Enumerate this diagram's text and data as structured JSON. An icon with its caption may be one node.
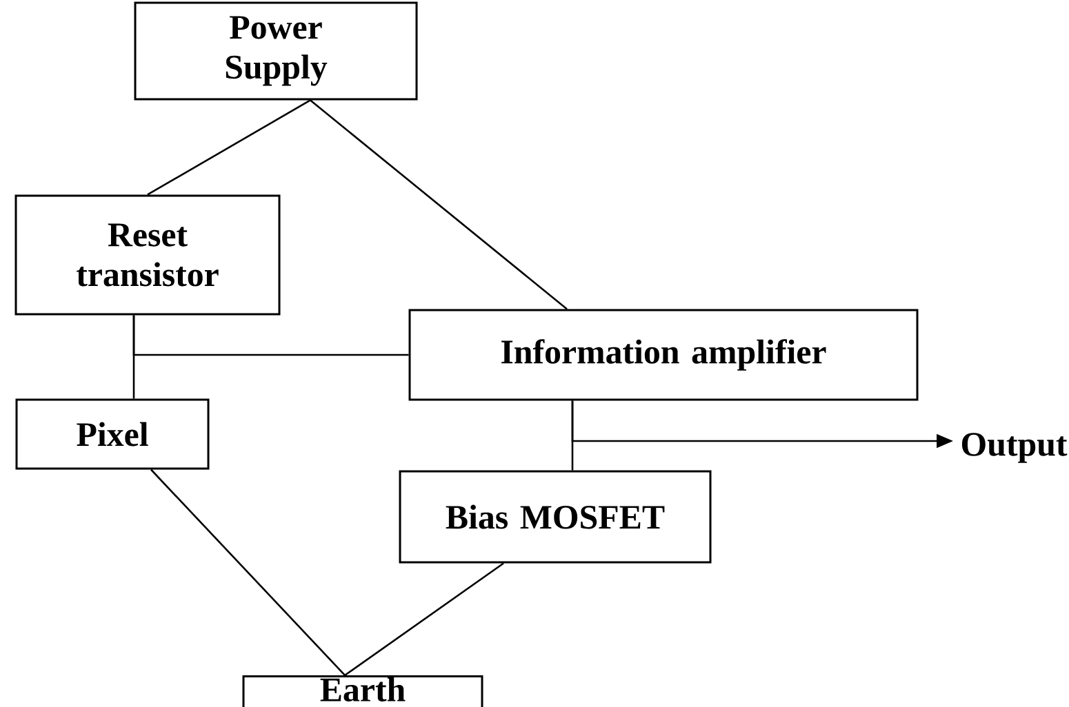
{
  "diagram": {
    "nodes": [
      {
        "text": [
          "Power Supply"
        ]
      },
      {
        "text": [
          "Reset transistor"
        ]
      },
      {
        "text": [
          "Information amplifier"
        ]
      },
      {
        "text": [
          "Pixel"
        ]
      },
      {
        "text": [
          "Bias MOSFET"
        ]
      },
      {
        "text": [
          "Earth"
        ]
      },
      {
        "text": [
          "Output"
        ]
      }
    ],
    "edges": [
      {
        "from": 0,
        "to": 1,
        "arrow": "none"
      },
      {
        "from": 0,
        "to": 2,
        "arrow": "none"
      },
      {
        "from": 1,
        "to": 3,
        "arrow": "none"
      },
      {
        "from": 1,
        "to": 2,
        "arrow": "none"
      },
      {
        "from": 2,
        "to": 4,
        "arrow": "none"
      },
      {
        "from": 2,
        "to": 6,
        "arrow": "to"
      },
      {
        "from": 3,
        "to": 5,
        "arrow": "none"
      },
      {
        "from": 4,
        "to": 5,
        "arrow": "none"
      }
    ]
  }
}
